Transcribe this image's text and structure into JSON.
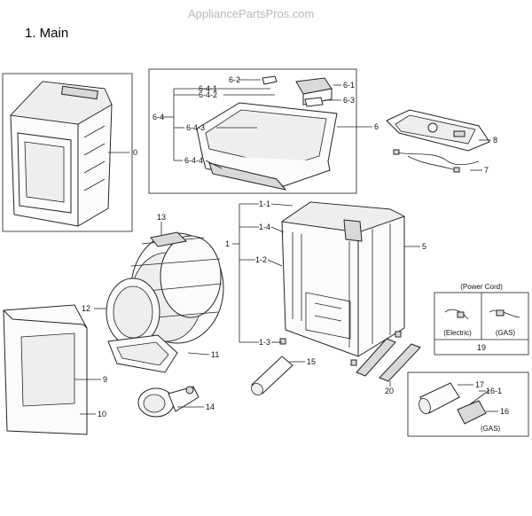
{
  "watermark": "AppliancePartsPros.com",
  "title": "1. Main",
  "callouts": {
    "c0": "0",
    "c1": "1",
    "c1_1": "1-1",
    "c1_2": "1-2",
    "c1_3": "1-3",
    "c1_4": "1-4",
    "c5": "5",
    "c6": "6",
    "c6_1": "6-1",
    "c6_2": "6-2",
    "c6_3": "6-3",
    "c6_4": "6-4",
    "c6_4_1": "6-4-1",
    "c6_4_2": "6-4-2",
    "c6_4_3": "6-4-3",
    "c6_4_4": "6-4-4",
    "c7": "7",
    "c8": "8",
    "c9": "9",
    "c10": "10",
    "c11": "11",
    "c12": "12",
    "c13": "13",
    "c14": "14",
    "c15": "15",
    "c16": "16",
    "c16_1": "16-1",
    "c17": "17",
    "c19": "19",
    "c20": "20"
  },
  "power_cord": {
    "heading": "(Power Cord)",
    "electric": "(Electric)",
    "gas": "(GAS)"
  },
  "gas_box": {
    "gas": "(GAS)"
  }
}
